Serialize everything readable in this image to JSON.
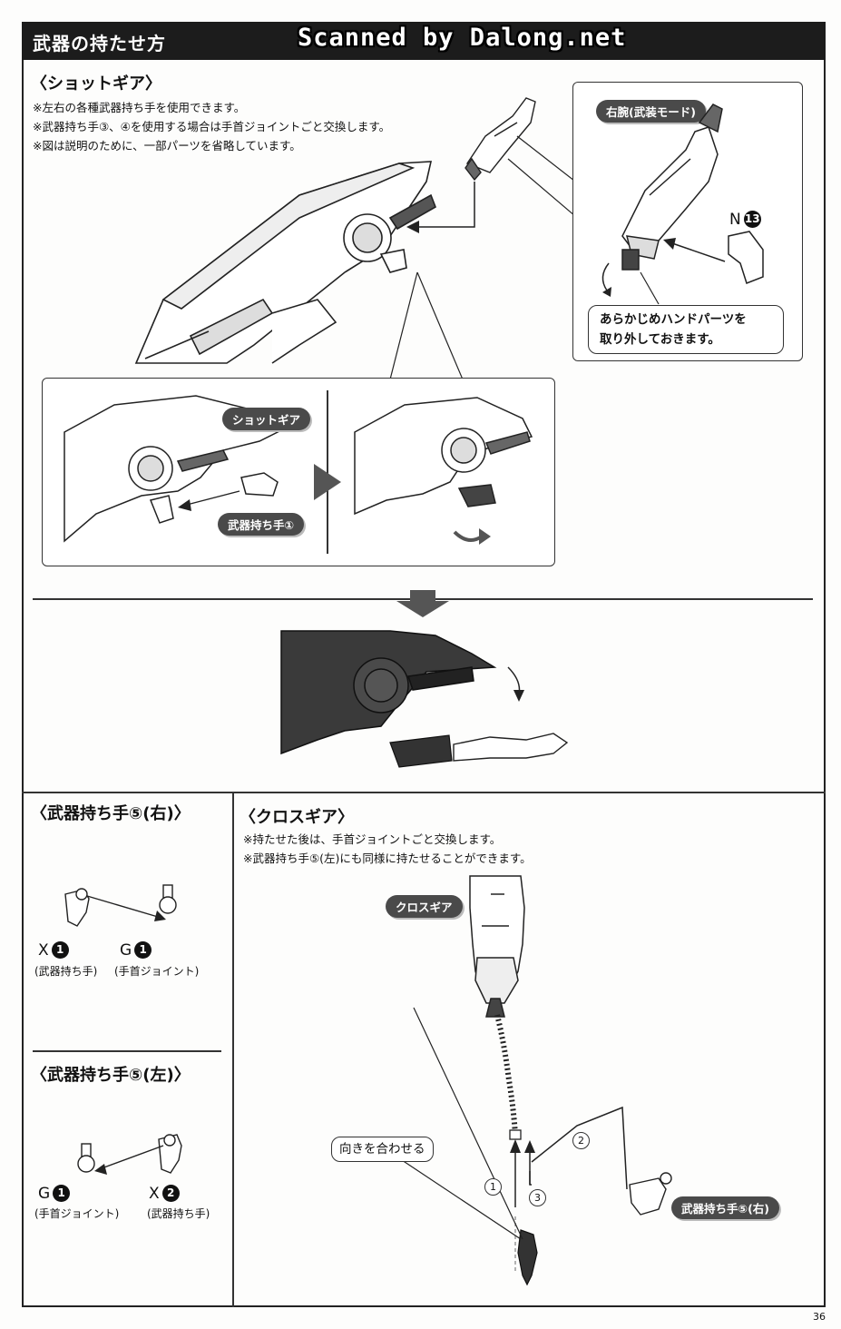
{
  "header": {
    "title": "武器の持たせ方",
    "watermark": "Scanned by Dalong.net"
  },
  "shot_gear": {
    "title": "〈ショットギア〉",
    "notes": [
      "※左右の各種武器持ち手を使用できます。",
      "※武器持ち手③、④を使用する場合は手首ジョイントごと交換します。",
      "※図は説明のために、一部パーツを省略しています。"
    ],
    "right_arm_label": "右腕(武装モード)",
    "part_n": "N",
    "part_n_num": "13",
    "remove_hand_note_line1": "あらかじめハンドパーツを",
    "remove_hand_note_line2": "取り外しておきます。",
    "shot_gear_label": "ショットギア",
    "weapon_hand_1_label": "武器持ち手①"
  },
  "weapon_hand_5_right": {
    "title": "〈武器持ち手⑤(右)〉",
    "part_x": "X",
    "part_x_num": "1",
    "part_x_desc": "(武器持ち手)",
    "part_g": "G",
    "part_g_num": "1",
    "part_g_desc": "(手首ジョイント)"
  },
  "weapon_hand_5_left": {
    "title": "〈武器持ち手⑤(左)〉",
    "part_g": "G",
    "part_g_num": "1",
    "part_g_desc": "(手首ジョイント)",
    "part_x": "X",
    "part_x_num": "2",
    "part_x_desc": "(武器持ち手)"
  },
  "cross_gear": {
    "title": "〈クロスギア〉",
    "notes": [
      "※持たせた後は、手首ジョイントごと交換します。",
      "※武器持ち手⑤(左)にも同様に持たせることができます。"
    ],
    "cross_gear_label": "クロスギア",
    "align_label": "向きを合わせる",
    "weapon_hand_label": "武器持ち手⑤(右)",
    "steps": [
      "1",
      "2",
      "3"
    ]
  },
  "page_number": "36"
}
